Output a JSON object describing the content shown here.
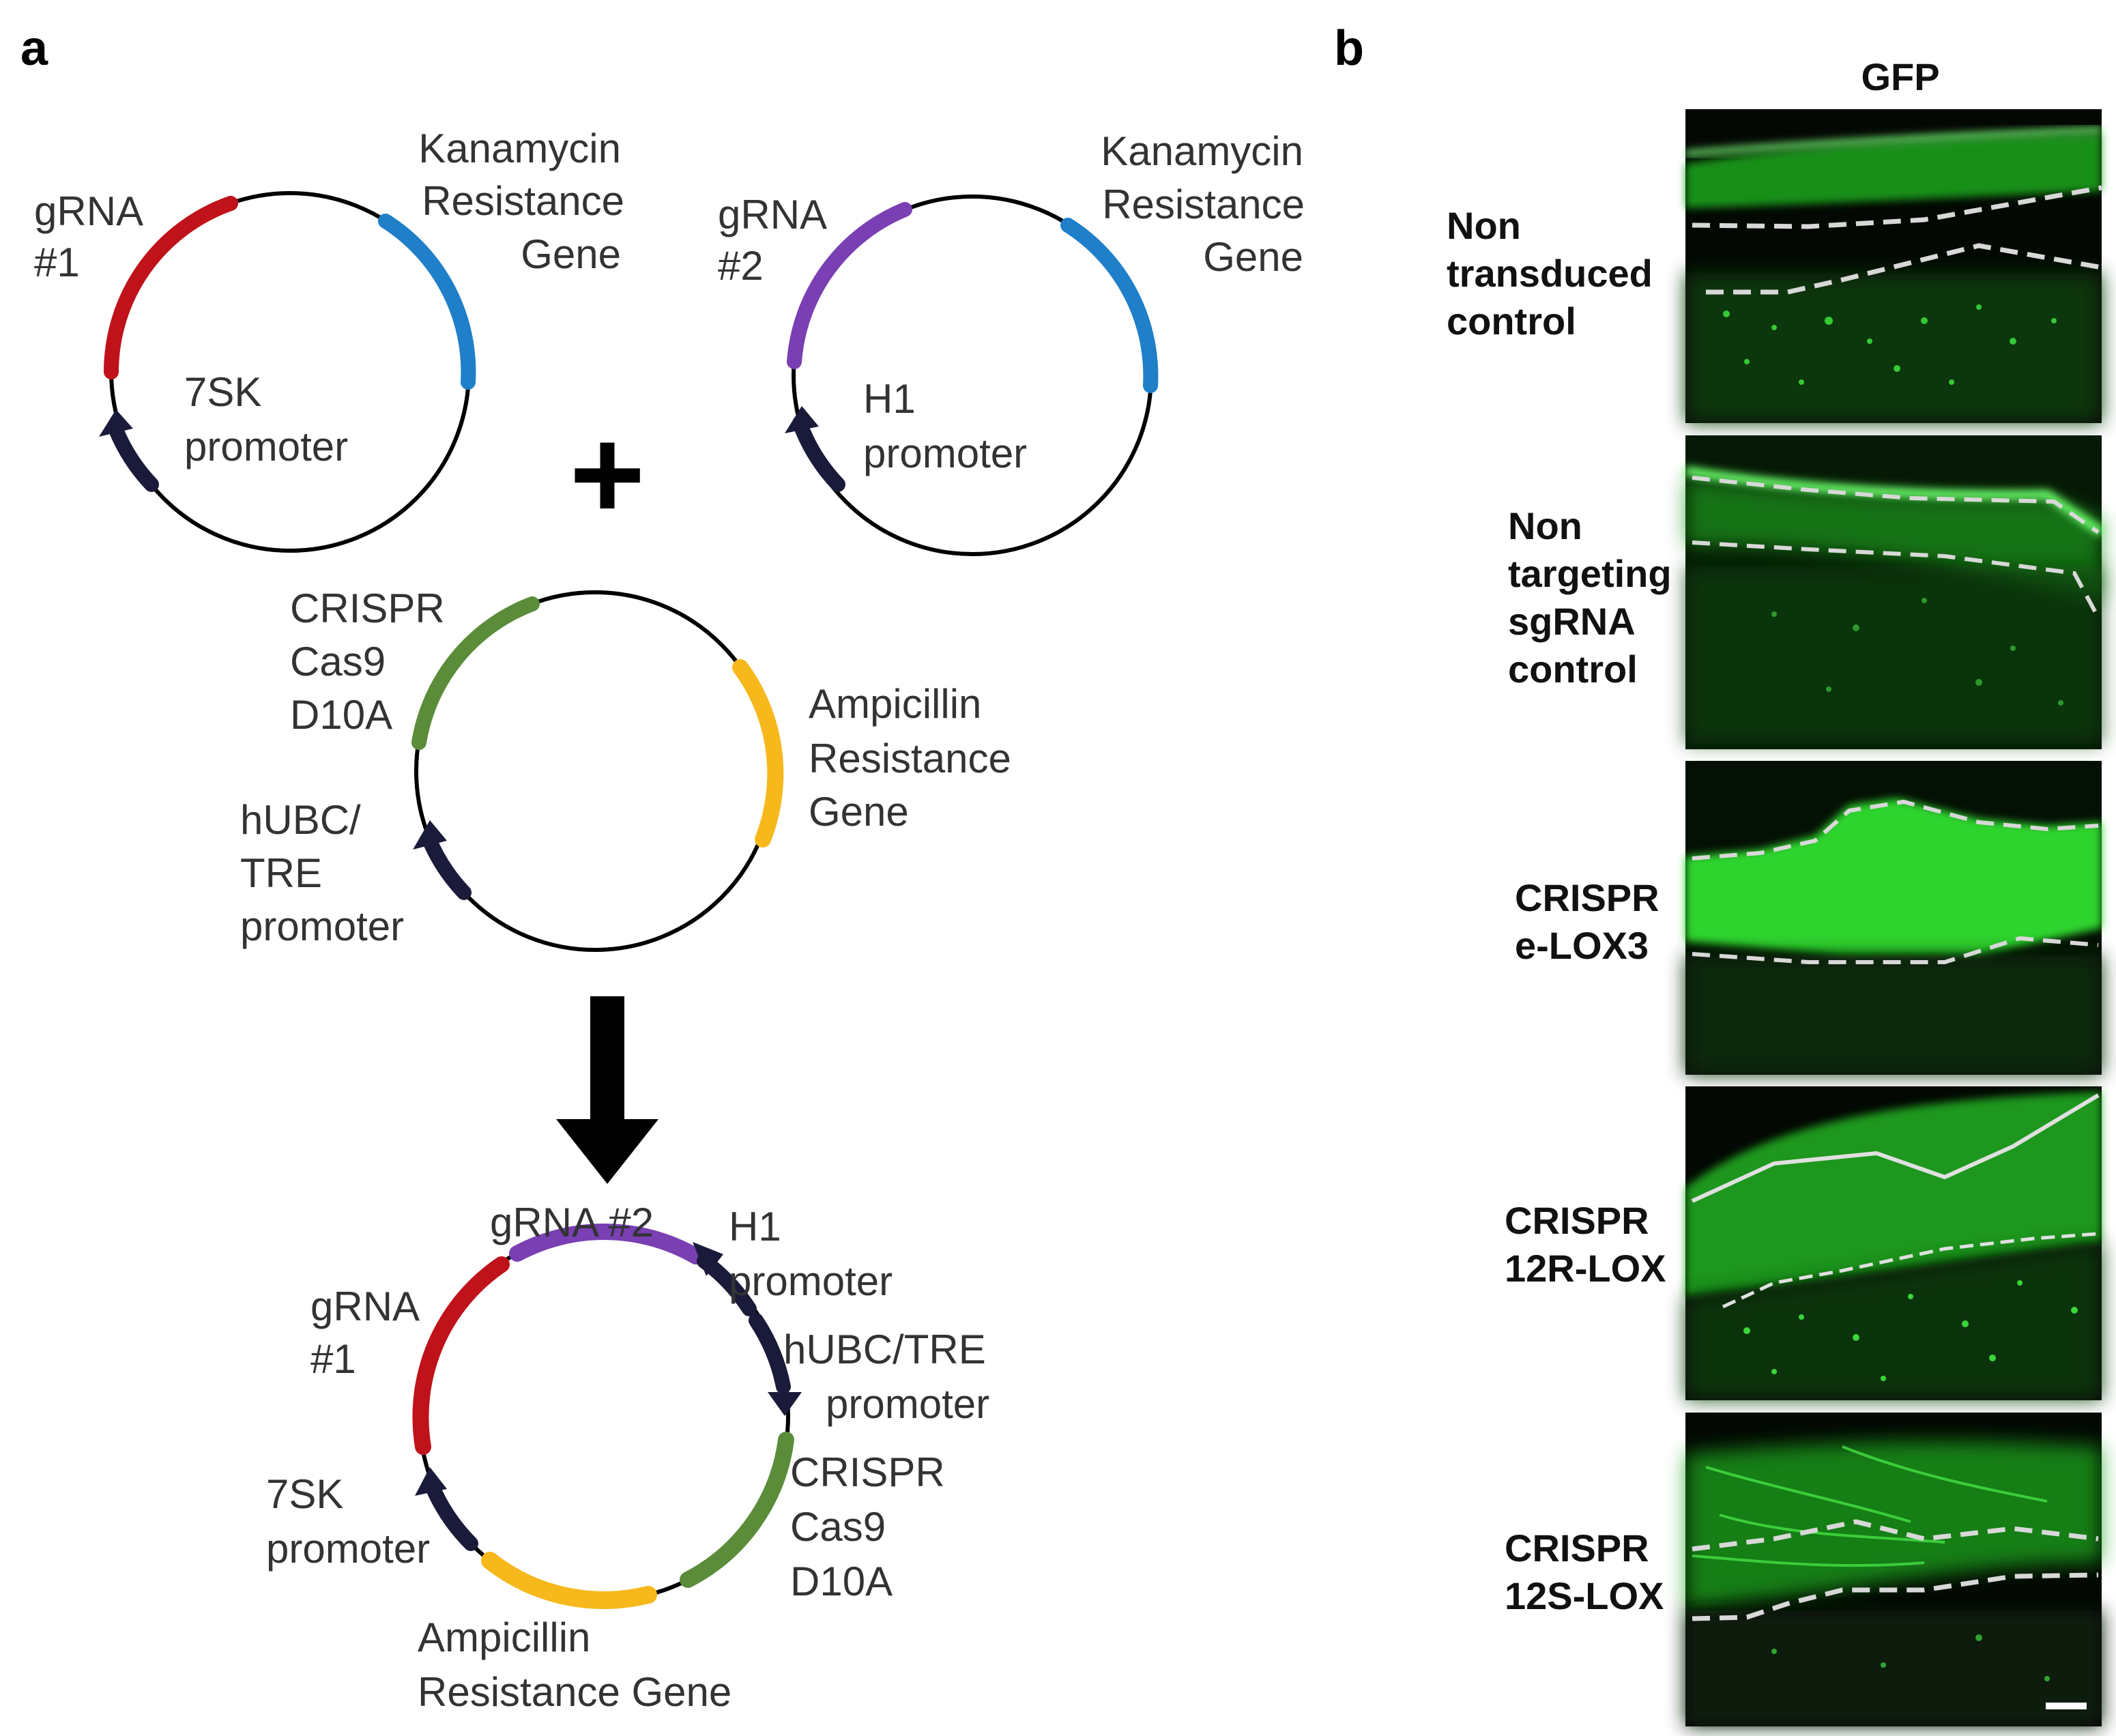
{
  "panels": {
    "a": "a",
    "b": "b"
  },
  "colors": {
    "gRNA1": "#c0121a",
    "gRNA2": "#7a3fb2",
    "kanamycin": "#1f7fc8",
    "ampicillin": "#f7b81c",
    "cas9": "#5b8c3a",
    "promoter": "#1a1a3a",
    "gfp": "#22d222"
  },
  "plasmid1": {
    "label_gRNA": [
      "gRNA",
      "#1"
    ],
    "label_kan": [
      "Kanamycin",
      "Resistance",
      "Gene"
    ],
    "label_prom": [
      "7SK",
      "promoter"
    ]
  },
  "plasmid2": {
    "label_gRNA": [
      "gRNA",
      "#2"
    ],
    "label_kan": [
      "Kanamycin",
      "Resistance",
      "Gene"
    ],
    "label_prom": [
      "H1",
      "promoter"
    ]
  },
  "plus": "+",
  "plasmid3": {
    "label_cas": [
      "CRISPR",
      "Cas9",
      "D10A"
    ],
    "label_amp": [
      "Ampicillin",
      "Resistance",
      "Gene"
    ],
    "label_prom": [
      "hUBC/",
      "TRE",
      "promoter"
    ]
  },
  "plasmid4": {
    "label_gRNA2": "gRNA #2",
    "label_h1": [
      "H1",
      "promoter"
    ],
    "label_hubc": [
      "hUBC/TRE",
      "promoter"
    ],
    "label_cas": [
      "CRISPR",
      "Cas9",
      "D10A"
    ],
    "label_amp": [
      "Ampicillin",
      "Resistance Gene"
    ],
    "label_7sk": [
      "7SK",
      "promoter"
    ],
    "label_gRNA1": [
      "gRNA",
      "#1"
    ]
  },
  "gfp_header": "GFP",
  "rows": [
    [
      "Non",
      "transduced",
      "control"
    ],
    [
      "Non",
      "targeting",
      "sgRNA",
      "control"
    ],
    [
      "CRISPR",
      "e-LOX3"
    ],
    [
      "CRISPR",
      "12R-LOX"
    ],
    [
      "CRISPR",
      "12S-LOX"
    ]
  ]
}
